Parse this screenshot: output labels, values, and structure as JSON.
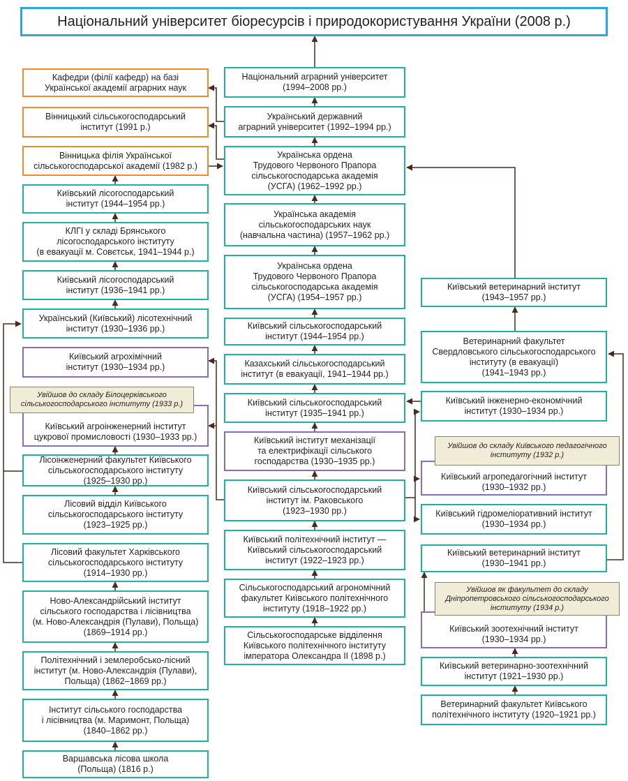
{
  "title": "Національний університет біоресурсів і природокористування України (2008 р.)",
  "colors": {
    "main_border": "#20b2a0",
    "orange_border": "#ef8a2e",
    "purple_border": "#8e6bb5",
    "title_border": "#2aa8e0",
    "arrow": "#4a2a1a",
    "note_fill": "#f1ecd8"
  },
  "center": {
    "nau": "Національний аграрний університет\n(1994–2008 рр.)",
    "udau": "Український державний\nаграрний університет (1992–1994 рр.)",
    "usga_1962": "Українська ордена\nТрудового Червоного Прапора\nсільськогосподарська академія\n(УСГА) (1962–1992 рр.)",
    "uasn": "Українська академія\nсільськогосподарських наук\n(навчальна частина) (1957–1962 рр.)",
    "usga_1954": "Українська ордена\nТрудового Червоного Прапора\nсільськогосподарська академія\n(УСГА) (1954–1957 рр.)",
    "ksgi_1944": "Київський сільськогосподарський\nінститут (1944–1954 рр.)",
    "kazakh": "Казахський сільськогосподарський\nінститут (в евакуації, 1941–1944 рр.)",
    "ksgi_1935": "Київський сільськогосподарський\nінститут (1935–1941 рр.)",
    "mech": "Київський інститут механізації\nта електрифікації сільського\nгосподарства (1930–1935 рр.)",
    "rakovsky": "Київський сільськогосподарський\nінститут ім. Раковського\n(1923–1930 рр.)",
    "poly_ksgi": "Київський політехнічний інститут —\nКиївський сільськогосподарський\nінститут (1922–1923 рр.)",
    "agronom": "Сільськогосподарський агрономічний\nфакультет Київського політехнічного\nінституту (1918–1922 рр.)",
    "dept_1898": "Сільськогосподарське відділення\nКиївського політехнічного інституту\nімператора Олександра ІІ (1898 р.)"
  },
  "left": {
    "kafedry": "Кафедри (філії кафедр) на базі\nУкраїнської академії аграрних наук",
    "vinn_1991": "Вінницький сільськогосподарський\nінститут (1991 р.)",
    "vinn_1982": "Вінницька філія Української\nсільськогосподарської академії (1982 р.)",
    "klgi_1944": "Київський лісогосподарський\nінститут (1944–1954 рр.)",
    "klgi_evac": "КЛГІ у складі Брянського\nлісогосподарського інституту\n(в евакуації м. Совєтськ, 1941–1944 р.)",
    "klgi_1936": "Київський лісогосподарський\nінститут (1936–1941 рр.)",
    "lisotech": "Український (Київський) лісотехнічний\nінститут (1930–1936 рр.)",
    "agrochem": "Київський агрохімічний\nінститут (1930–1934 рр.)",
    "note_bila": "Увійшов до складу Білоцерківського\nсільськогосподарського інституту (1933 р.)",
    "agroeng": "Київський агроінженерний інститут\nцукрової промисловості (1930–1933 рр.)",
    "lisoeng": "Лісоінженерний факультет Київського\nсільськогосподарського інституту\n(1925–1930 рр.)",
    "lis_viddil": "Лісовий відділ Київського\nсільськогосподарського інституту\n(1923–1925 рр.)",
    "kharkiv": "Лісовий факультет Харківського\nсільськогосподарського інституту\n(1914–1930 рр.)",
    "novo_1869": "Ново-Александрійський інститут\nсільського господарства і лісівництва\n(м. Ново-Александрія (Пулави), Польща)\n(1869–1914 рр.)",
    "poly_1862": "Політехнічний і землеробсько-лісний\nінститут (м. Ново-Александрія (Пулави),\nПольща) (1862–1869 рр.)",
    "marymont": "Інститут сільського господарства\nі лісівництва (м. Маримонт, Польща)\n(1840–1862 рр.)",
    "warsaw": "Варшавська лісова школа\n(Польща) (1816 р.)"
  },
  "right": {
    "vet_1943": "Київський ветеринарний інститут\n(1943–1957 рр.)",
    "sverdlovsk": "Ветеринарний факультет\nСвердловського сільськогосподарського\nінституту (в евакуації)\n(1941–1943 рр.)",
    "ing_econ": "Київський інженерно-економічний\nінститут (1930–1934 рр.)",
    "note_ped": "Увійшов до складу Київського педагогічного\nінституту (1932 р.)",
    "agroped": "Київський агропедагогічний інститут\n(1930–1932 рр.)",
    "hydro": "Київський гідромеліоративний інститут\n(1930–1934 рр.)",
    "vet_1930": "Київський ветеринарний інститут\n(1930–1941 рр.)",
    "note_dnipro": "Увійшов як факультет до складу\nДніпропетровського сільськогосподарського\nінституту (1934 р.)",
    "zootech": "Київський зоотехнічний інститут\n(1930–1934 рр.)",
    "vet_zoo": "Київський ветеринарно-зоотехнічний\nінститут (1921–1930 рр.)",
    "vet_fac": "Ветеринарний факультет Київського\nполітехнічного інституту (1920–1921 рр.)"
  }
}
